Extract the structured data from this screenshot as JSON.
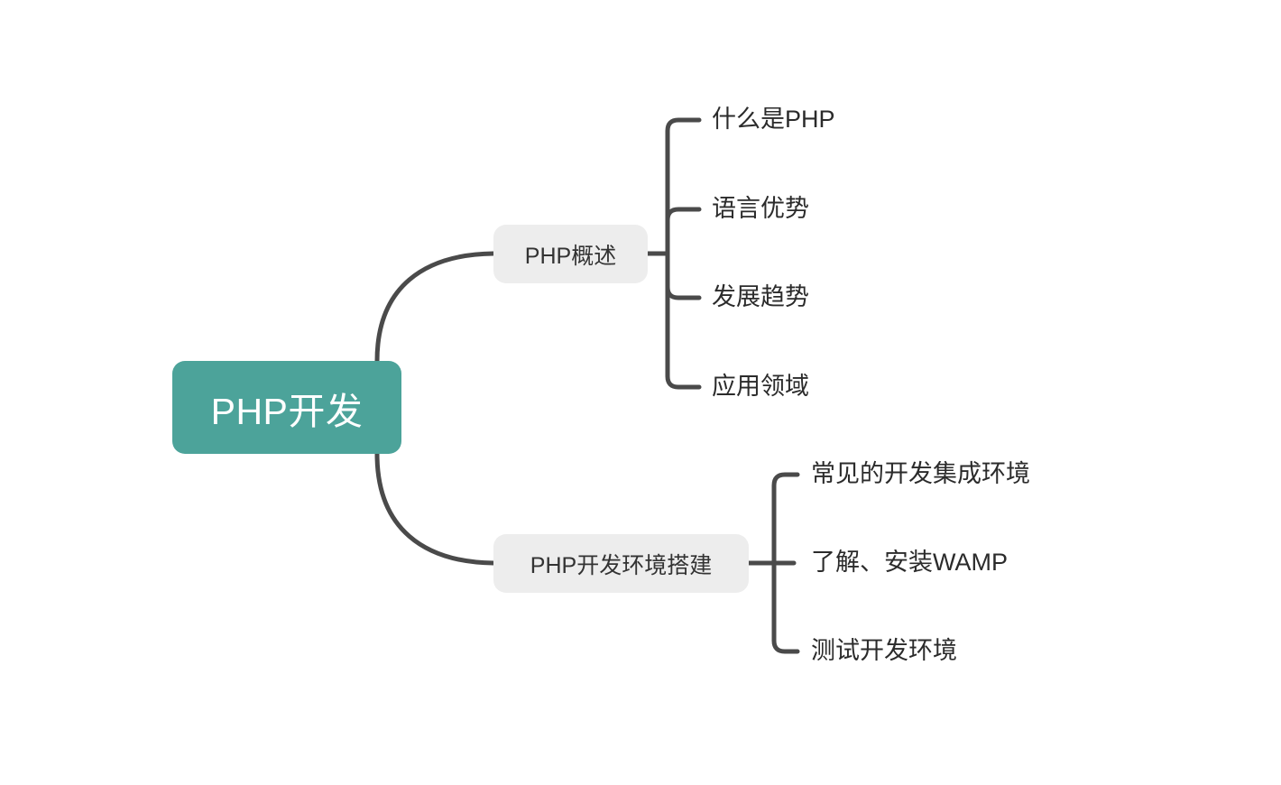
{
  "diagram": {
    "type": "mind-map",
    "title": "PHP开发",
    "background_color": "#ffffff",
    "root": {
      "label": "PHP开发",
      "fill_color": "#4CA39A",
      "text_color": "#ffffff"
    },
    "branches": [
      {
        "label": "PHP概述",
        "fill_color": "#ededed",
        "text_color": "#333333",
        "children": [
          {
            "label": "什么是PHP"
          },
          {
            "label": "语言优势"
          },
          {
            "label": "发展趋势"
          },
          {
            "label": "应用领域"
          }
        ]
      },
      {
        "label": "PHP开发环境搭建",
        "fill_color": "#ededed",
        "text_color": "#333333",
        "children": [
          {
            "label": "常见的开发集成环境"
          },
          {
            "label": "了解、安装WAMP"
          },
          {
            "label": "测试开发环境"
          }
        ]
      }
    ],
    "connector_color": "#4a4a4a"
  }
}
